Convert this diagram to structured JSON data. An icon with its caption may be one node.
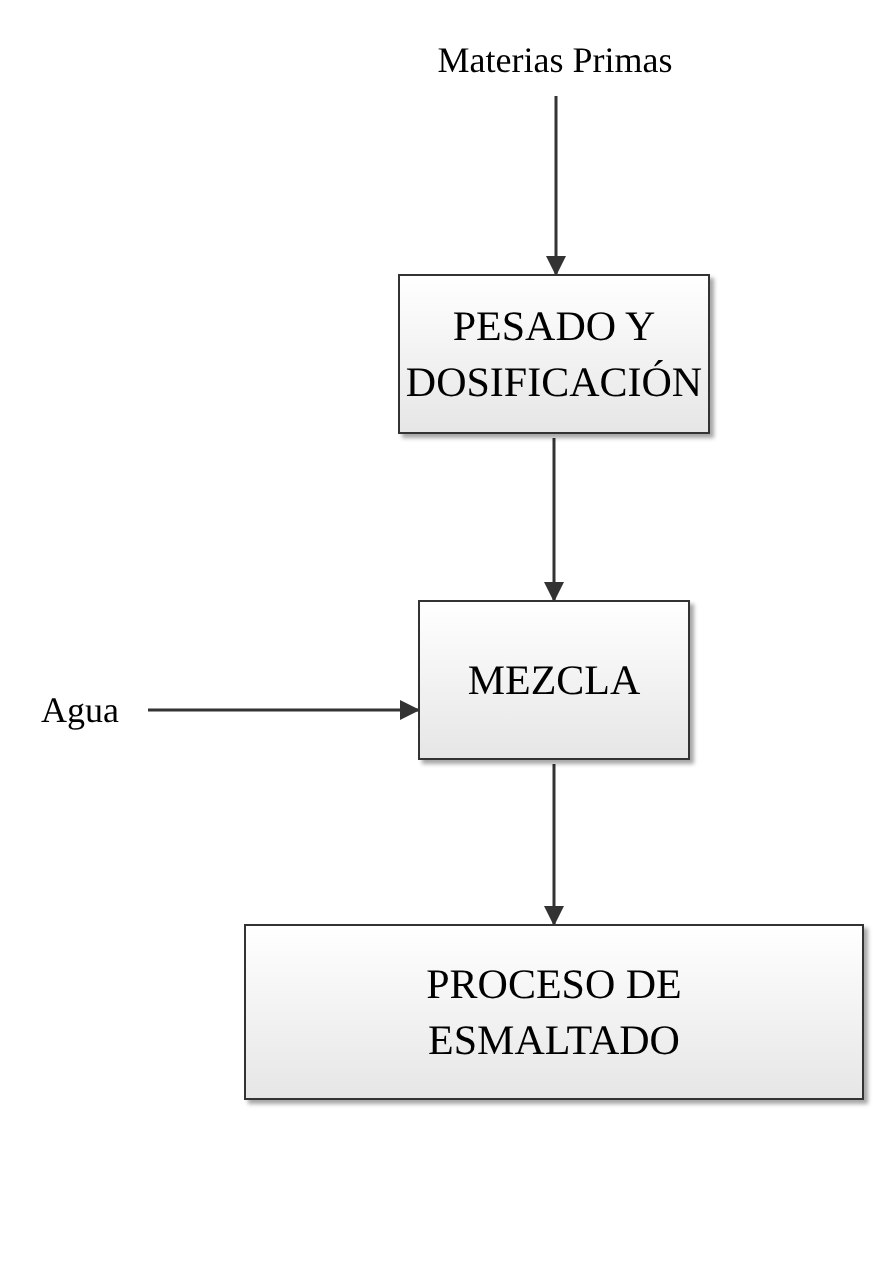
{
  "diagram": {
    "nodes": [
      {
        "text": [
          "Materias Primas"
        ]
      },
      {
        "text": [
          "PESADO Y DOSIFICACIÓN"
        ]
      },
      {
        "text": [
          "MEZCLA"
        ]
      },
      {
        "text": [
          "Agua"
        ]
      },
      {
        "text": [
          "PROCESO DE ESMALTADO"
        ]
      }
    ],
    "edges": [
      {
        "from": 0,
        "to": 1,
        "arrow": "to"
      },
      {
        "from": 1,
        "to": 2,
        "arrow": "to"
      },
      {
        "from": 3,
        "to": 2,
        "arrow": "to"
      },
      {
        "from": 2,
        "to": 4,
        "arrow": "to"
      }
    ]
  }
}
